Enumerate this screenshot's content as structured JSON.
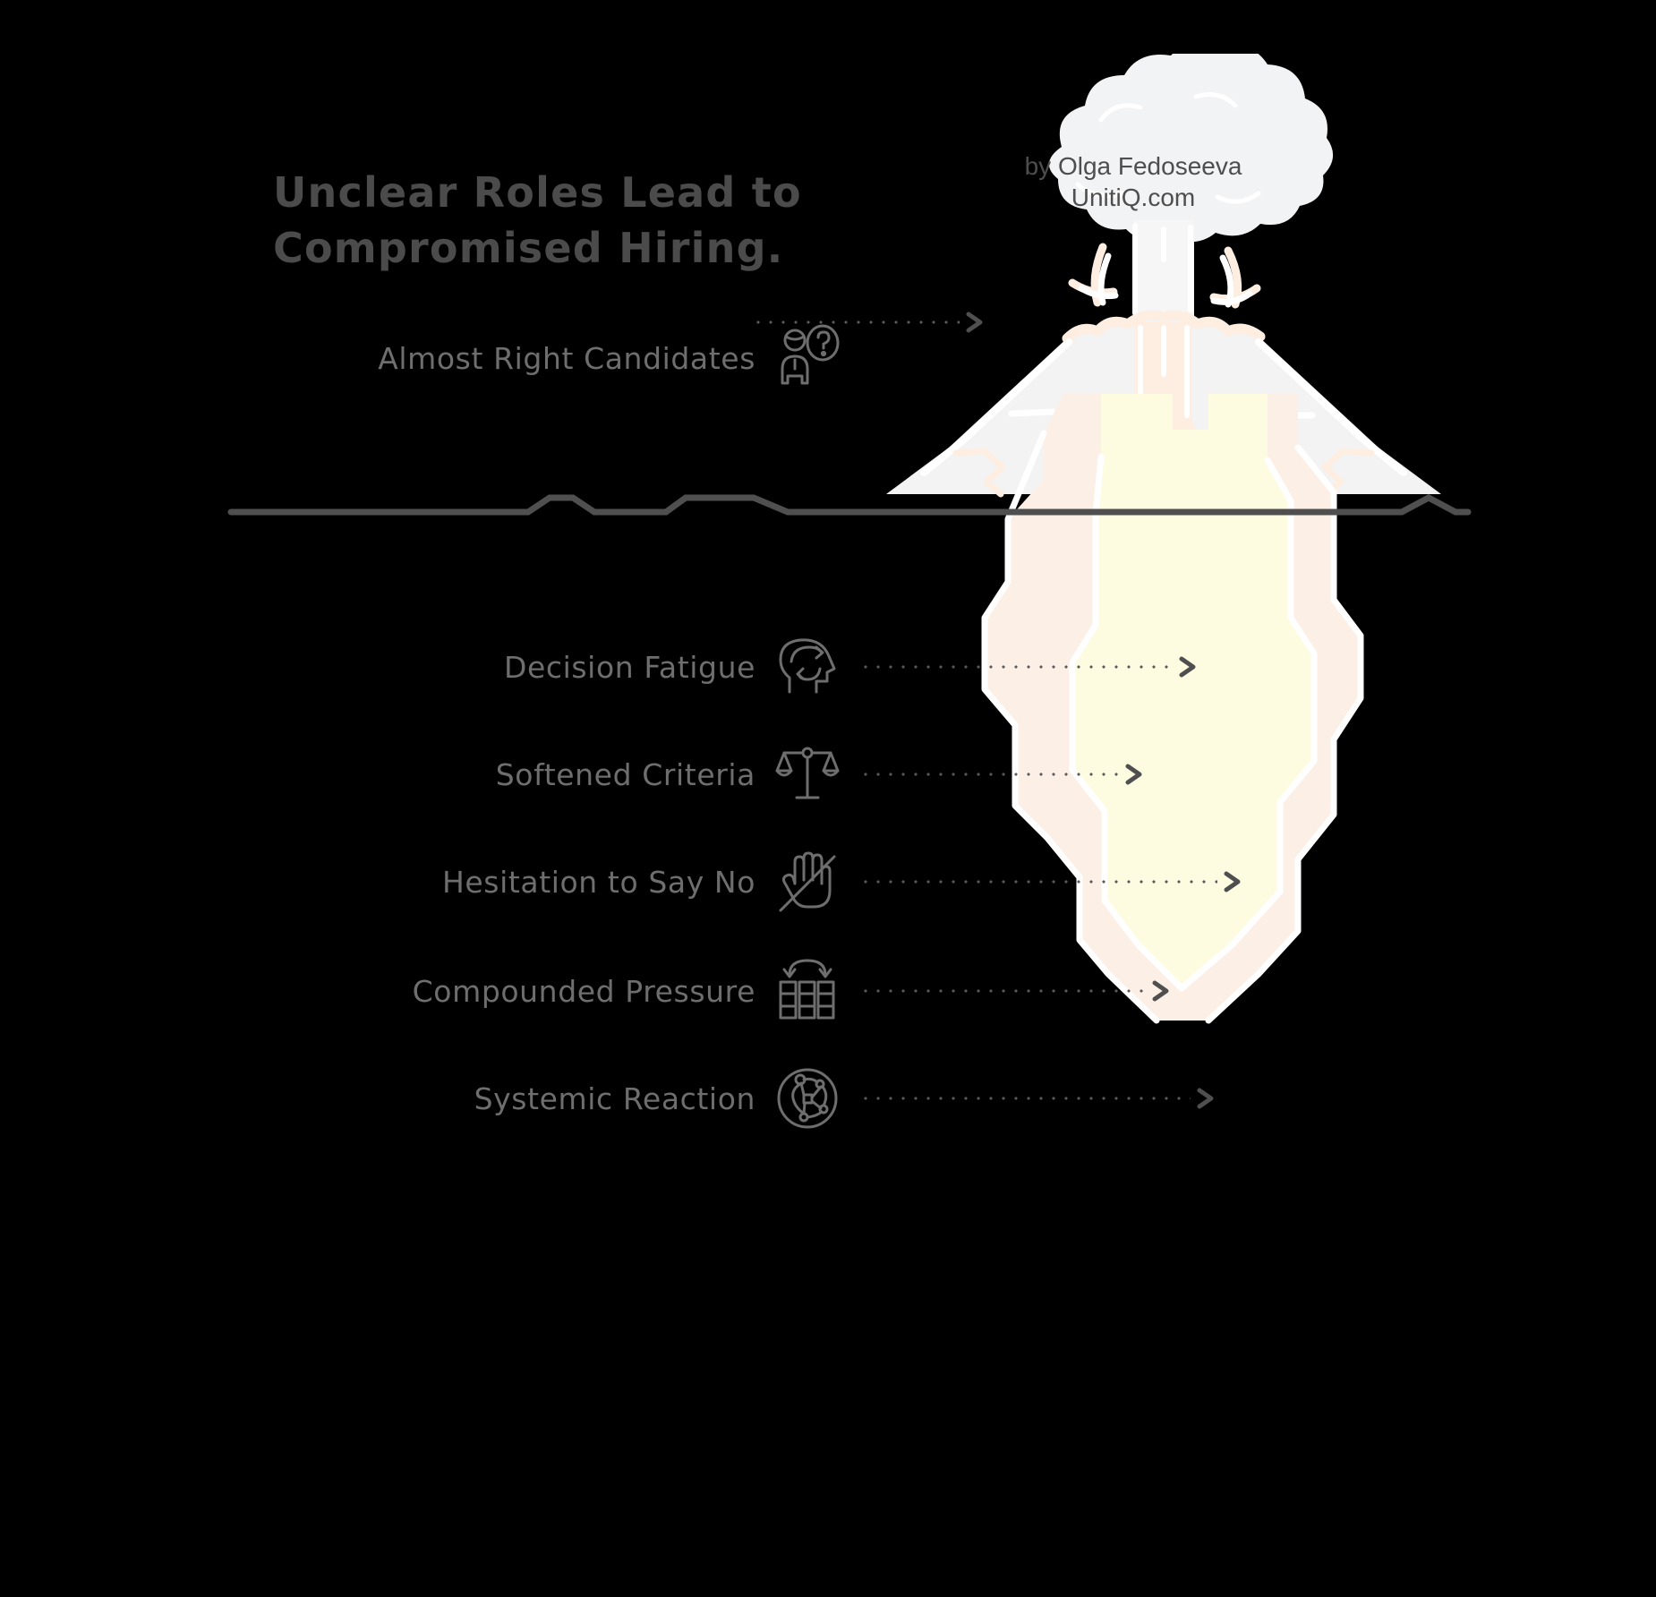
{
  "title": {
    "line1": "Unclear Roles Lead to",
    "line2": "Compromised Hiring."
  },
  "watermark": {
    "author": "by Olga Fedoseeva",
    "site": "UnitiQ.com"
  },
  "colors": {
    "background": "#000000",
    "title_text": "#4b4b4b",
    "label_text": "#6e6e6e",
    "line_stroke": "#5a5a5a",
    "mountain_fill": "#f3f3f3",
    "mountain_outline": "#ffffff",
    "lava_peach": "#fdeee1",
    "cloud_fill": "#f2f3f5",
    "magma_outer": "#fcefe6",
    "magma_inner": "#fdfbe0",
    "magma_outline": "#ffffff"
  },
  "above_surface": {
    "items": [
      {
        "label": "Almost Right Candidates",
        "icon": "person-question-icon"
      }
    ]
  },
  "below_surface": {
    "items": [
      {
        "label": "Decision Fatigue",
        "icon": "head-cycle-icon"
      },
      {
        "label": "Softened Criteria",
        "icon": "balance-scale-icon"
      },
      {
        "label": "Hesitation to Say No",
        "icon": "hand-slash-icon"
      },
      {
        "label": "Compounded Pressure",
        "icon": "stacked-blocks-arrows-icon"
      },
      {
        "label": "Systemic Reaction",
        "icon": "network-circle-icon"
      }
    ]
  },
  "diagram": {
    "type": "iceberg-volcano",
    "surface_label": "ground-line",
    "visible_count": 1,
    "hidden_count": 5
  }
}
